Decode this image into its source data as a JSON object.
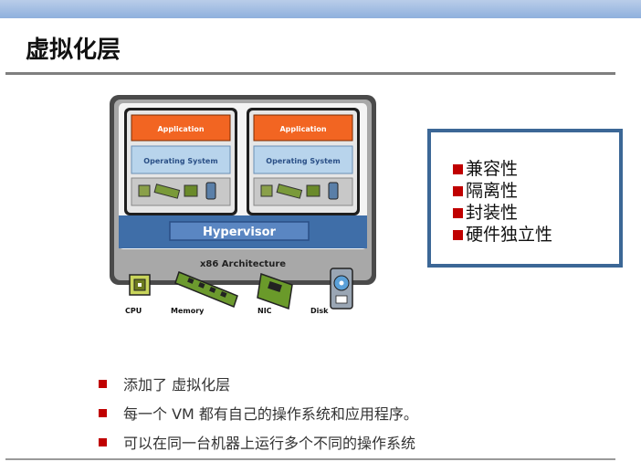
{
  "title": "虚拟化层",
  "diagram": {
    "app_label": "Application",
    "os_label": "Operating System",
    "hypervisor_label": "Hypervisor",
    "hardware_label": "x86 Architecture",
    "devices": [
      "CPU",
      "Memory",
      "NIC",
      "Disk"
    ]
  },
  "features": [
    "兼容性",
    "隔离性",
    "封装性",
    "硬件独立性"
  ],
  "bullets": [
    "添加了 虚拟化层",
    "每一个 VM 都有自己的操作系统和应用程序。",
    "可以在同一台机器上运行多个不同的操作系统"
  ],
  "colors": {
    "accent_red": "#c00000",
    "box_border": "#3c6796",
    "application": "#f26522",
    "os": "#b8d4ec",
    "hypervisor": "#3f6ea8"
  }
}
